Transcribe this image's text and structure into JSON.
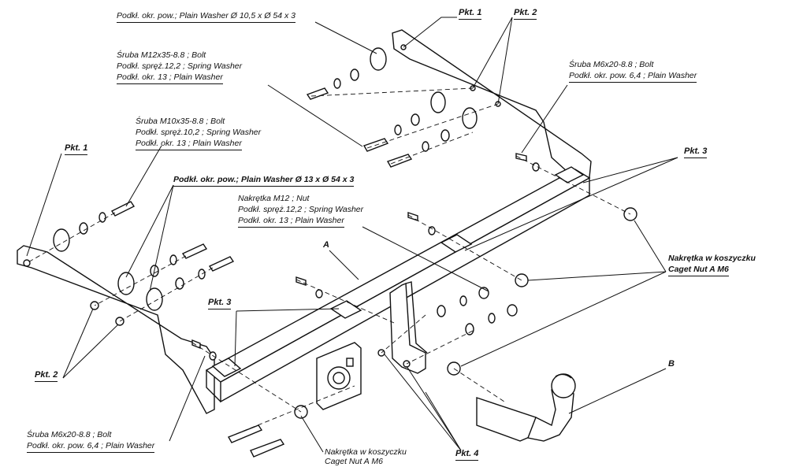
{
  "labels": {
    "plain_washer_10_5": "Podkł. okr. pow.;  Plain Washer  Ø 10,5 x Ø 54 x 3",
    "pkt1_top": "Pkt. 1",
    "pkt2_top": "Pkt. 2",
    "bolt_m12_line1": "Śruba M12x35-8.8 ;  Bolt",
    "bolt_m12_line2": "Podkł. spręż.12,2 ; Spring Washer",
    "bolt_m12_line3": "Podkł. okr. 13 ; Plain Washer",
    "bolt_m6_right_line1": "Śruba M6x20-8.8 ;  Bolt",
    "bolt_m6_right_line2": "Podkł. okr. pow. 6,4 ; Plain Washer",
    "bolt_m10_line1": "Śruba M10x35-8.8 ;  Bolt",
    "bolt_m10_line2": "Podkł. spręż.10,2 ; Spring Washer",
    "bolt_m10_line3": "Podkł. okr. 13 ; Plain Washer",
    "pkt1_left": "Pkt. 1",
    "pkt3_right": "Pkt. 3",
    "plain_washer_13": "Podkł. okr. pow.;  Plain Washer  Ø 13 x Ø 54 x 3",
    "nut_m12_line1": "Nakrętka  M12 ; Nut",
    "nut_m12_line2": "Podkł. spręż.12,2 ; Spring Washer",
    "nut_m12_line3": "Podkł. okr. 13 ; Plain Washer",
    "label_a": "A",
    "caged_nut_right_line1": "Nakrętka w koszyczku",
    "caged_nut_right_line2": "Caget Nut A M6",
    "pkt3_left": "Pkt. 3",
    "pkt2_left": "Pkt. 2",
    "label_b": "B",
    "bolt_m6_left_line1": "Śruba M6x20-8.8 ;  Bolt",
    "bolt_m6_left_line2": "Podkł. okr. pow. 6,4 ; Plain Washer",
    "caged_nut_bottom_line1": "Nakrętka w koszyczku",
    "caged_nut_bottom_line2": "Caget Nut A M6",
    "pkt4": "Pkt. 4"
  }
}
